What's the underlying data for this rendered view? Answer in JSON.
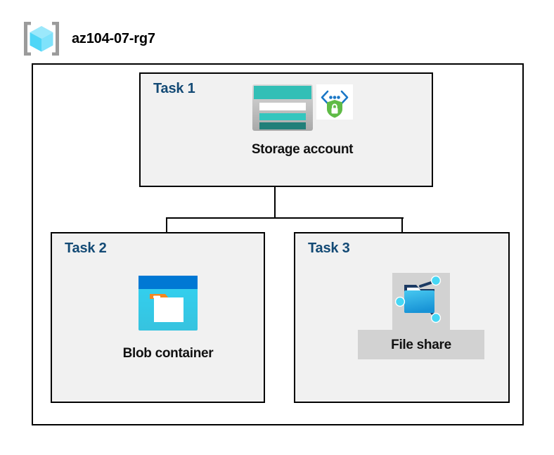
{
  "diagram": {
    "kind": "azure-architecture-diagram",
    "resource_group": {
      "name": "az104-07-rg7",
      "icon": "resource-group-cube-icon"
    },
    "colors": {
      "task_label": "#134A75",
      "task_box_fill": "#F1F1F1",
      "box_border": "#000000",
      "canvas": "#FFFFFF",
      "highlight_plate": "#D2D2D2",
      "storage_teal": "#32BFB6",
      "storage_teal_dark": "#1F7F78",
      "blob_blue": "#0078D4",
      "blob_cyan": "#32C8E8",
      "blob_orange": "#F4871F",
      "fileshare_blue": "#2CB0E5",
      "fileshare_node": "#46D7F5",
      "shield_green": "#5FBB46",
      "bracket_blue": "#1A77C6"
    },
    "tasks": [
      {
        "id": "task-1",
        "label": "Task 1",
        "node": {
          "caption": "Storage account",
          "icons": [
            "storage-account-icon",
            "secure-endpoint-shield-icon"
          ],
          "highlighted": false
        }
      },
      {
        "id": "task-2",
        "label": "Task 2",
        "node": {
          "caption": "Blob container",
          "icons": [
            "blob-container-icon"
          ],
          "highlighted": false
        }
      },
      {
        "id": "task-3",
        "label": "Task 3",
        "node": {
          "caption": "File share",
          "icons": [
            "file-share-icon"
          ],
          "highlighted": true
        }
      }
    ],
    "connections": [
      {
        "from": "task-1",
        "to": "task-2"
      },
      {
        "from": "task-1",
        "to": "task-3"
      }
    ]
  }
}
